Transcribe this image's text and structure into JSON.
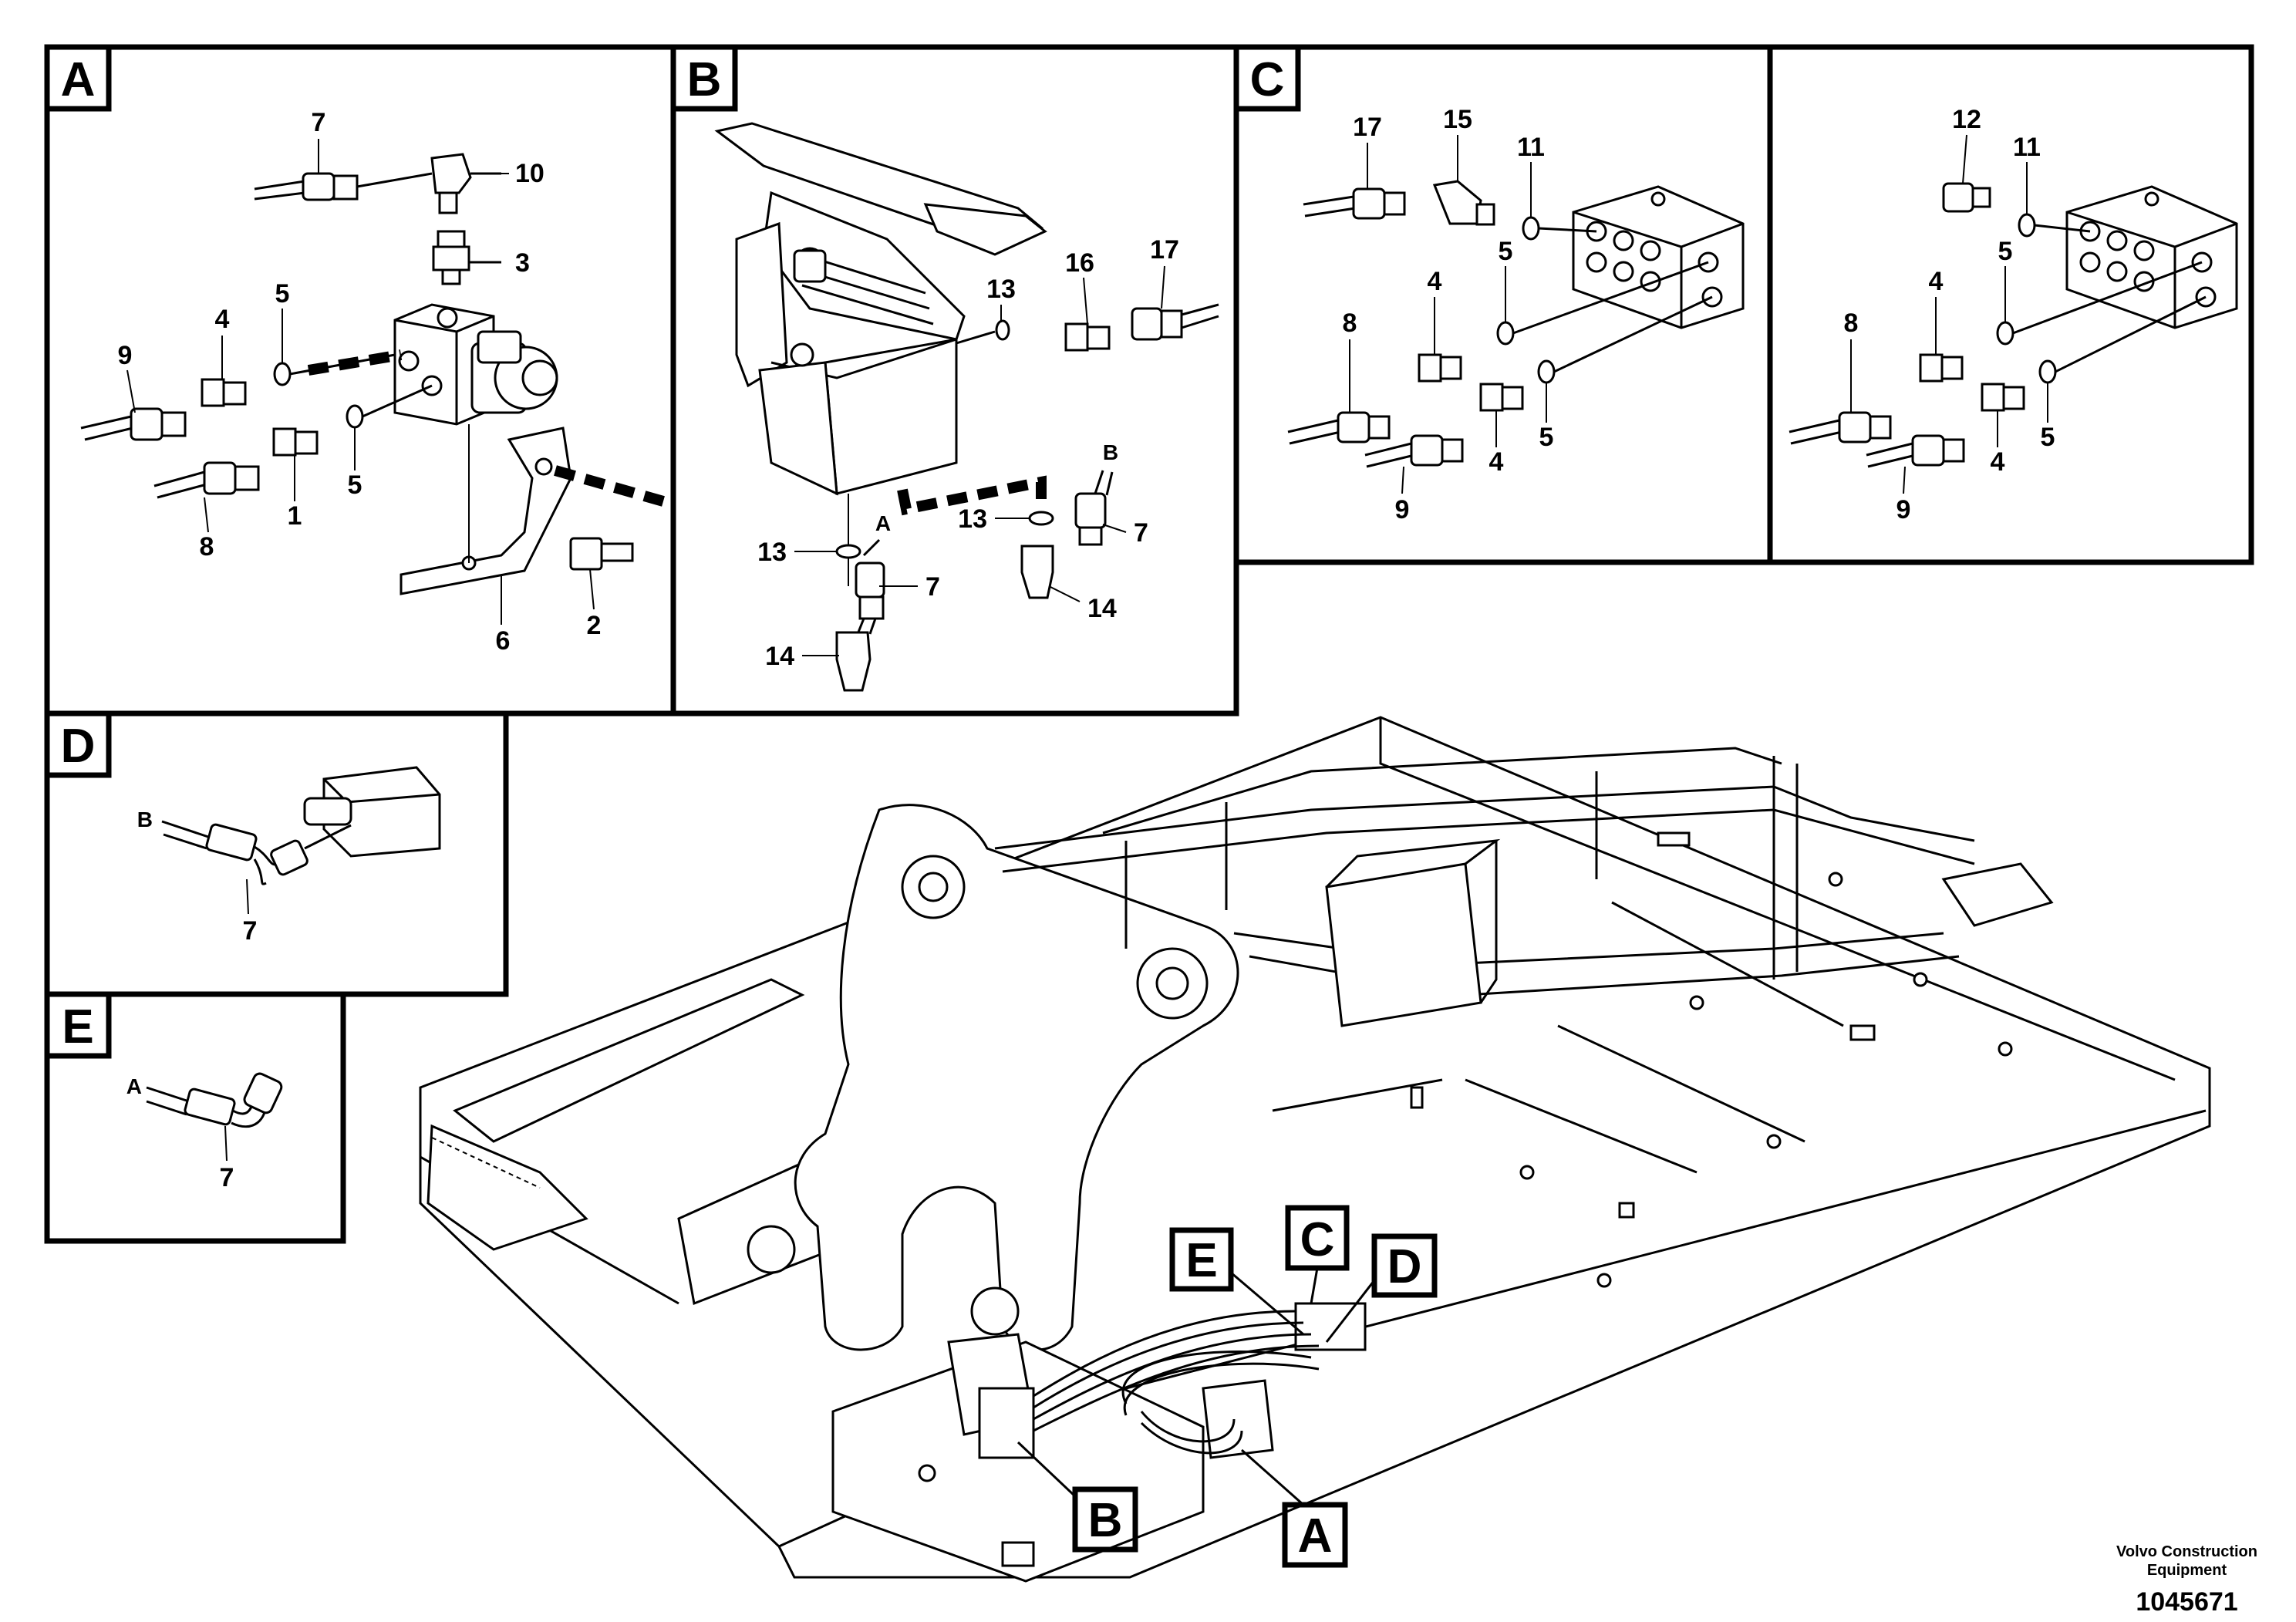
{
  "panels": {
    "A": {
      "badge": "A",
      "callouts": [
        "7",
        "10",
        "3",
        "5",
        "4",
        "9",
        "8",
        "1",
        "5",
        "6",
        "2"
      ]
    },
    "B": {
      "badge": "B",
      "callouts": [
        "13",
        "16",
        "17",
        "13",
        "13",
        "7",
        "7",
        "14",
        "14"
      ],
      "letters": [
        "A",
        "B"
      ]
    },
    "C": {
      "badge": "C",
      "callouts": [
        "17",
        "15",
        "11",
        "5",
        "4",
        "8",
        "9",
        "4",
        "5"
      ]
    },
    "C2": {
      "callouts": [
        "12",
        "11",
        "5",
        "4",
        "8",
        "9",
        "4",
        "5"
      ]
    },
    "D": {
      "badge": "D",
      "callouts": [
        "7"
      ],
      "letters": [
        "B"
      ]
    },
    "E": {
      "badge": "E",
      "callouts": [
        "7"
      ],
      "letters": [
        "A"
      ]
    }
  },
  "overview": {
    "badges": [
      "C",
      "E",
      "D",
      "B",
      "A"
    ]
  },
  "footer": {
    "brand_line1": "Volvo Construction",
    "brand_line2": "Equipment",
    "code": "1045671"
  }
}
